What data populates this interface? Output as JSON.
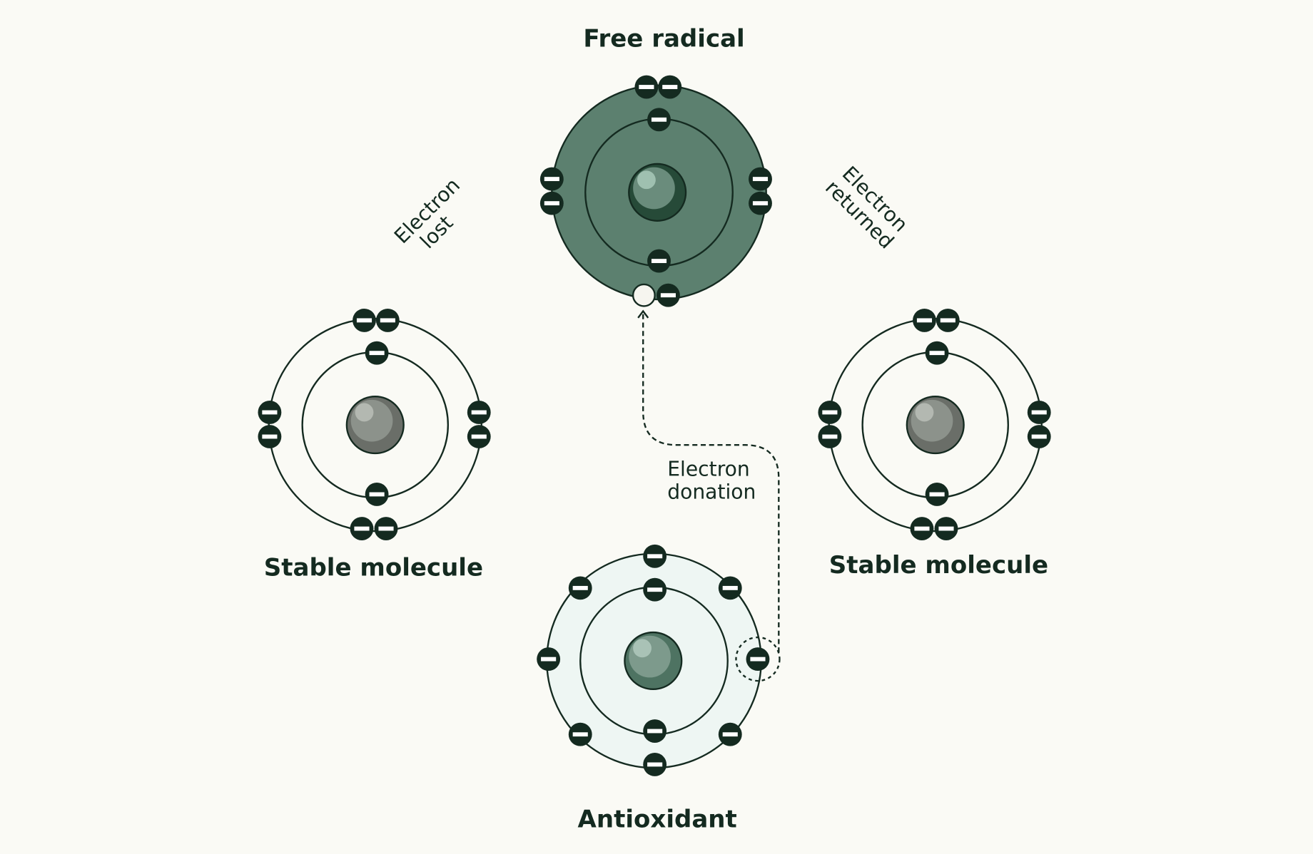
{
  "titles": {
    "free_radical": "Free radical",
    "stable_left": "Stable molecule",
    "stable_right": "Stable molecule",
    "antioxidant": "Antioxidant"
  },
  "annotations": {
    "lost_1": "Electron",
    "lost_2": "lost",
    "returned_1": "Electron",
    "returned_2": "returned",
    "donation_1": "Electron",
    "donation_2": "donation"
  },
  "colors": {
    "background": "#fafaf5",
    "free_radical_fill": "#5c806f",
    "antioxidant_fill": "#eef6f3",
    "electron": "#142a20",
    "line": "#142a20"
  }
}
